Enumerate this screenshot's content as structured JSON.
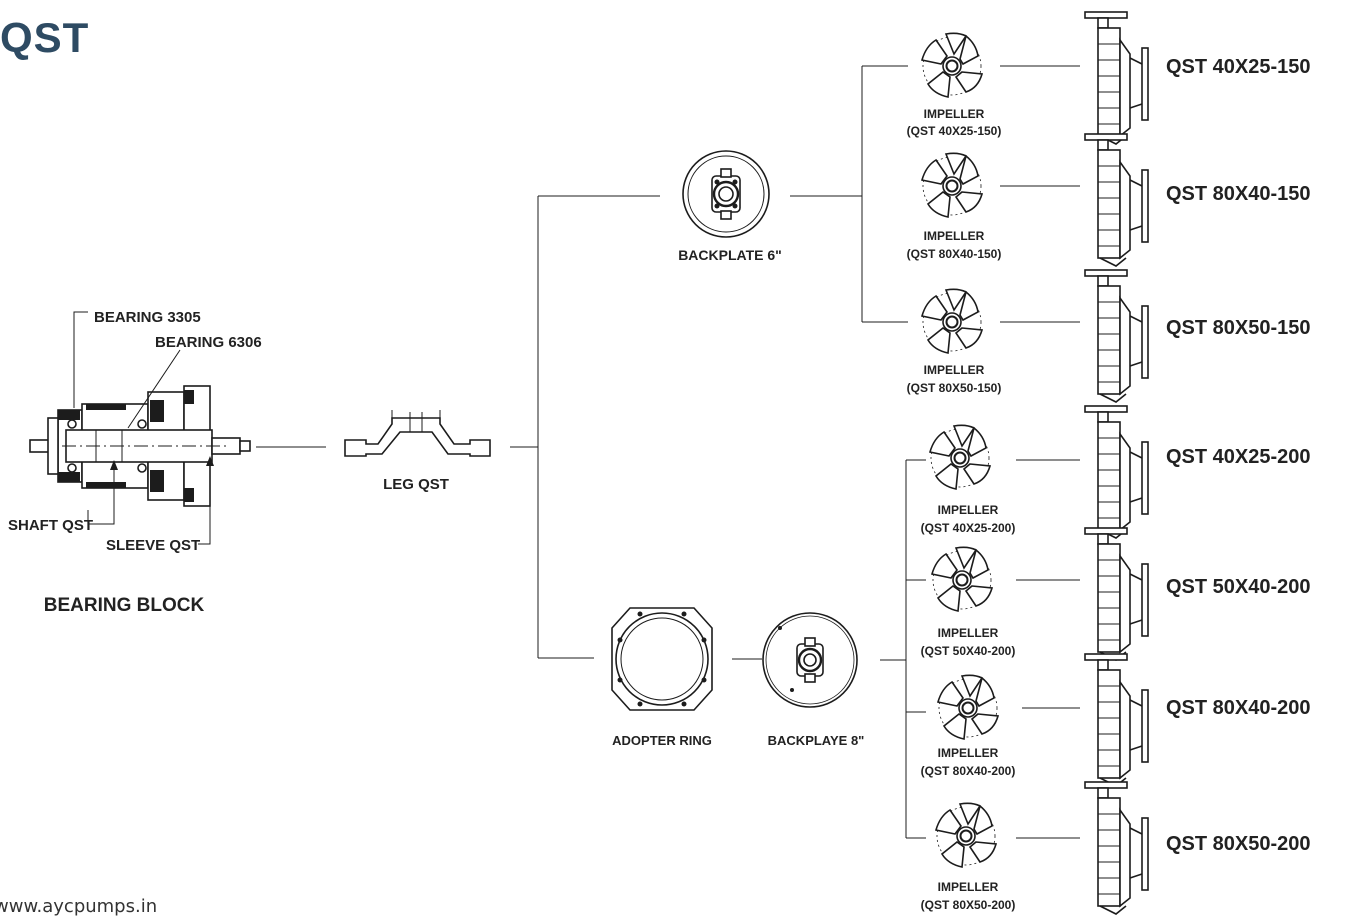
{
  "title": "QST",
  "footer": "www.aycpumps.in",
  "bearing_block": {
    "heading": "BEARING BLOCK",
    "labels": {
      "bearing_3305": "BEARING 3305",
      "bearing_6306": "BEARING 6306",
      "shaft": "SHAFT QST",
      "sleeve": "SLEEVE QST"
    }
  },
  "leg": {
    "label": "LEG QST"
  },
  "backplate_6": {
    "label": "BACKPLATE 6\""
  },
  "adopter_ring": {
    "label": "ADOPTER RING"
  },
  "backplate_8": {
    "label": "BACKPLAYE 8\""
  },
  "impeller_word": "IMPELLER",
  "branch_6": [
    {
      "impeller_model": "(QST 40X25-150)",
      "pump": "QST 40X25-150"
    },
    {
      "impeller_model": "(QST 80X40-150)",
      "pump": "QST 80X40-150"
    },
    {
      "impeller_model": "(QST 80X50-150)",
      "pump": "QST 80X50-150"
    }
  ],
  "branch_8": [
    {
      "impeller_model": "(QST 40X25-200)",
      "pump": "QST 40X25-200"
    },
    {
      "impeller_model": "(QST 50X40-200)",
      "pump": "QST 50X40-200"
    },
    {
      "impeller_model": "(QST 80X40-200)",
      "pump": "QST 80X40-200"
    },
    {
      "impeller_model": "(QST 80X50-200)",
      "pump": "QST 80X50-200"
    }
  ]
}
